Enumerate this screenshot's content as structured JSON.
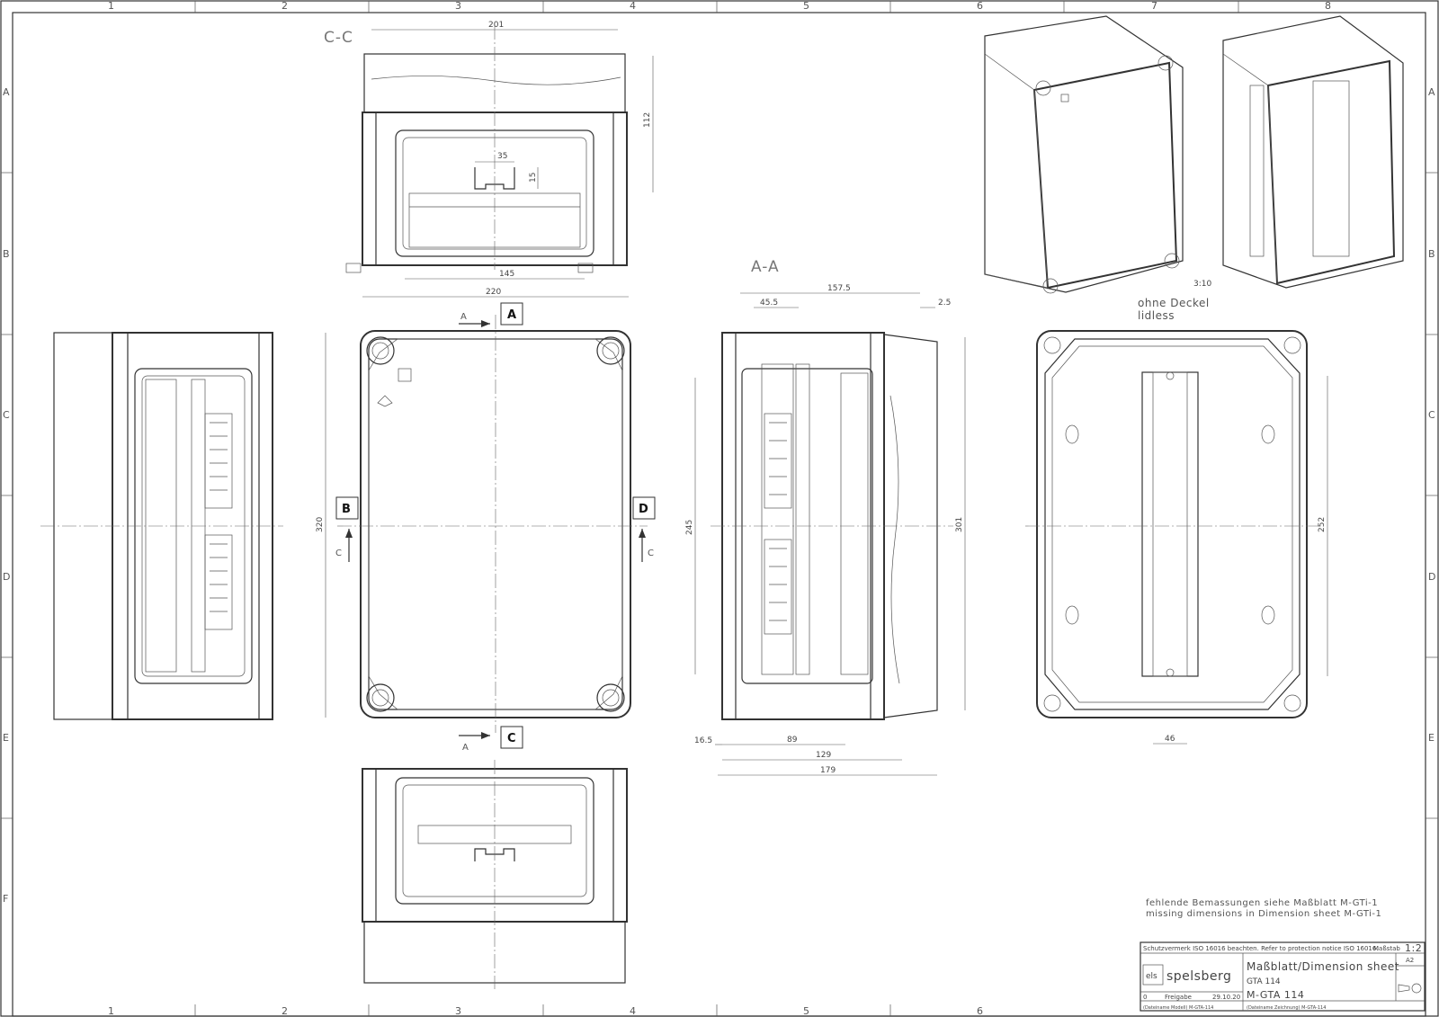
{
  "grid": {
    "columns": [
      "1",
      "2",
      "3",
      "4",
      "5",
      "6",
      "7",
      "8"
    ],
    "rows": [
      "A",
      "B",
      "C",
      "D",
      "E",
      "F"
    ]
  },
  "sections": {
    "cc": "C-C",
    "aa": "A-A",
    "marker_a": "A",
    "marker_b": "B",
    "marker_c": "C",
    "marker_d": "D"
  },
  "dimensions": {
    "top_width": "201",
    "top_height": "112",
    "rail_width": "35",
    "rail_height": "15",
    "inner_width": "145",
    "front_width": "220",
    "front_height": "320",
    "side_157": "157.5",
    "side_45": "45.5",
    "side_2_5": "2.5",
    "side_245": "245",
    "side_301": "301",
    "side_16_5": "16.5",
    "side_89": "89",
    "side_129": "129",
    "side_179": "179",
    "lidless_252": "252",
    "lidless_46": "46"
  },
  "labels": {
    "iso_scale": "3:10",
    "lidless_de": "ohne Deckel",
    "lidless_en": "lidless",
    "note_de": "fehlende Bemassungen siehe Maßblatt M-GTi-1",
    "note_en": "missing dimensions in Dimension sheet M-GTi-1"
  },
  "title_block": {
    "protection": "Schutzvermerk ISO 16016 beachten. Refer to protection notice ISO 16016.",
    "scale_label": "Maßstab",
    "scale": "1:2",
    "company": "spelsberg",
    "sheet_title": "Maßblatt/Dimension sheet",
    "product1": "GTA 114",
    "product2": "M-GTA 114",
    "format": "A2",
    "rev": "0",
    "status": "Freigabe",
    "date": "29.10.20",
    "file_model": "(Dateiname Modell) M-GTA-114",
    "file_drawing": "(Dateiname Zeichnung) M-GTA-114"
  },
  "colors": {
    "line": "#333333",
    "paper": "#ffffff"
  }
}
